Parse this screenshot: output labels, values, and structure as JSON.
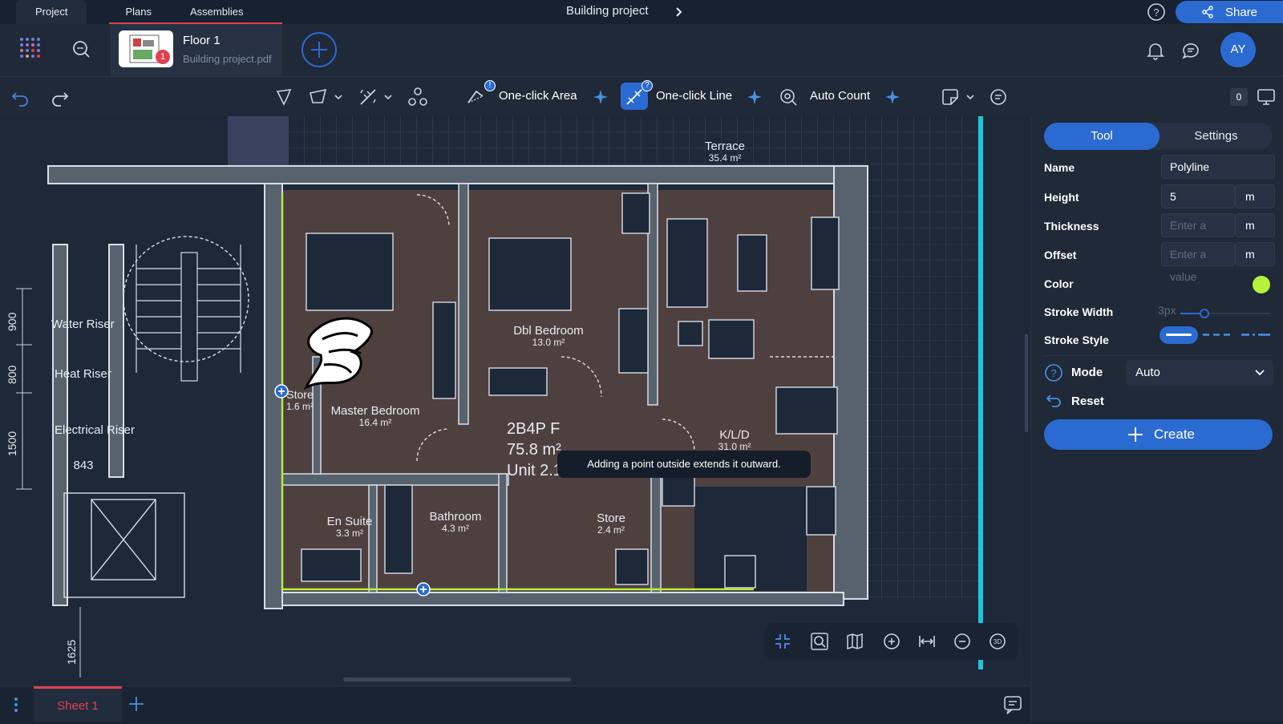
{
  "topbar": {
    "tabs": [
      "Project",
      "Plans",
      "Assemblies"
    ],
    "project_title": "Building project",
    "share_label": "Share"
  },
  "filebar": {
    "file_name": "Floor 1",
    "file_source": "Building project.pdf",
    "badge_count": "1",
    "avatar_initials": "AY"
  },
  "toolbar": {
    "one_click_area": "One-click Area",
    "one_click_line": "One-click Line",
    "auto_count": "Auto Count",
    "badge_area": "!",
    "badge_line": "?",
    "layer_count": "0"
  },
  "plan": {
    "rooms": [
      {
        "name": "Terrace",
        "area": "35.4 m²"
      },
      {
        "name": "Dbl Bedroom",
        "area": "13.0 m²"
      },
      {
        "name": "Master Bedroom",
        "area": "16.4 m²"
      },
      {
        "name": "Store",
        "area": "1.6 m²"
      },
      {
        "name": "K/L/D",
        "area": "31.0 m²"
      },
      {
        "name": "En Suite",
        "area": "3.3 m²"
      },
      {
        "name": "Bathroom",
        "area": "4.3 m²"
      },
      {
        "name": "Store",
        "area": "2.4 m²"
      }
    ],
    "unit_type": "2B4P F",
    "unit_area": "75.8 m²",
    "unit_number": "Unit 2.1",
    "risers": [
      "Water Riser",
      "Heat Riser",
      "Electrical Riser"
    ],
    "riser_number": "843",
    "dimensions": [
      "900",
      "800",
      "1500",
      "1625"
    ]
  },
  "tooltip": "Adding a point outside extends it outward.",
  "bottombar": {
    "sheet_label": "Sheet 1"
  },
  "panel": {
    "tab_tool": "Tool",
    "tab_settings": "Settings",
    "name_label": "Name",
    "name_value": "Polyline",
    "height_label": "Height",
    "height_value": "5",
    "height_unit": "m",
    "thickness_label": "Thickness",
    "thickness_placeholder": "Enter a value",
    "thickness_unit": "m",
    "offset_label": "Offset",
    "offset_placeholder": "Enter a value",
    "offset_unit": "m",
    "color_label": "Color",
    "color_value": "#b6f23a",
    "stroke_width_label": "Stroke Width",
    "stroke_width_value": "3px",
    "stroke_style_label": "Stroke Style",
    "mode_label": "Mode",
    "mode_value": "Auto",
    "reset_label": "Reset",
    "create_label": "Create"
  }
}
